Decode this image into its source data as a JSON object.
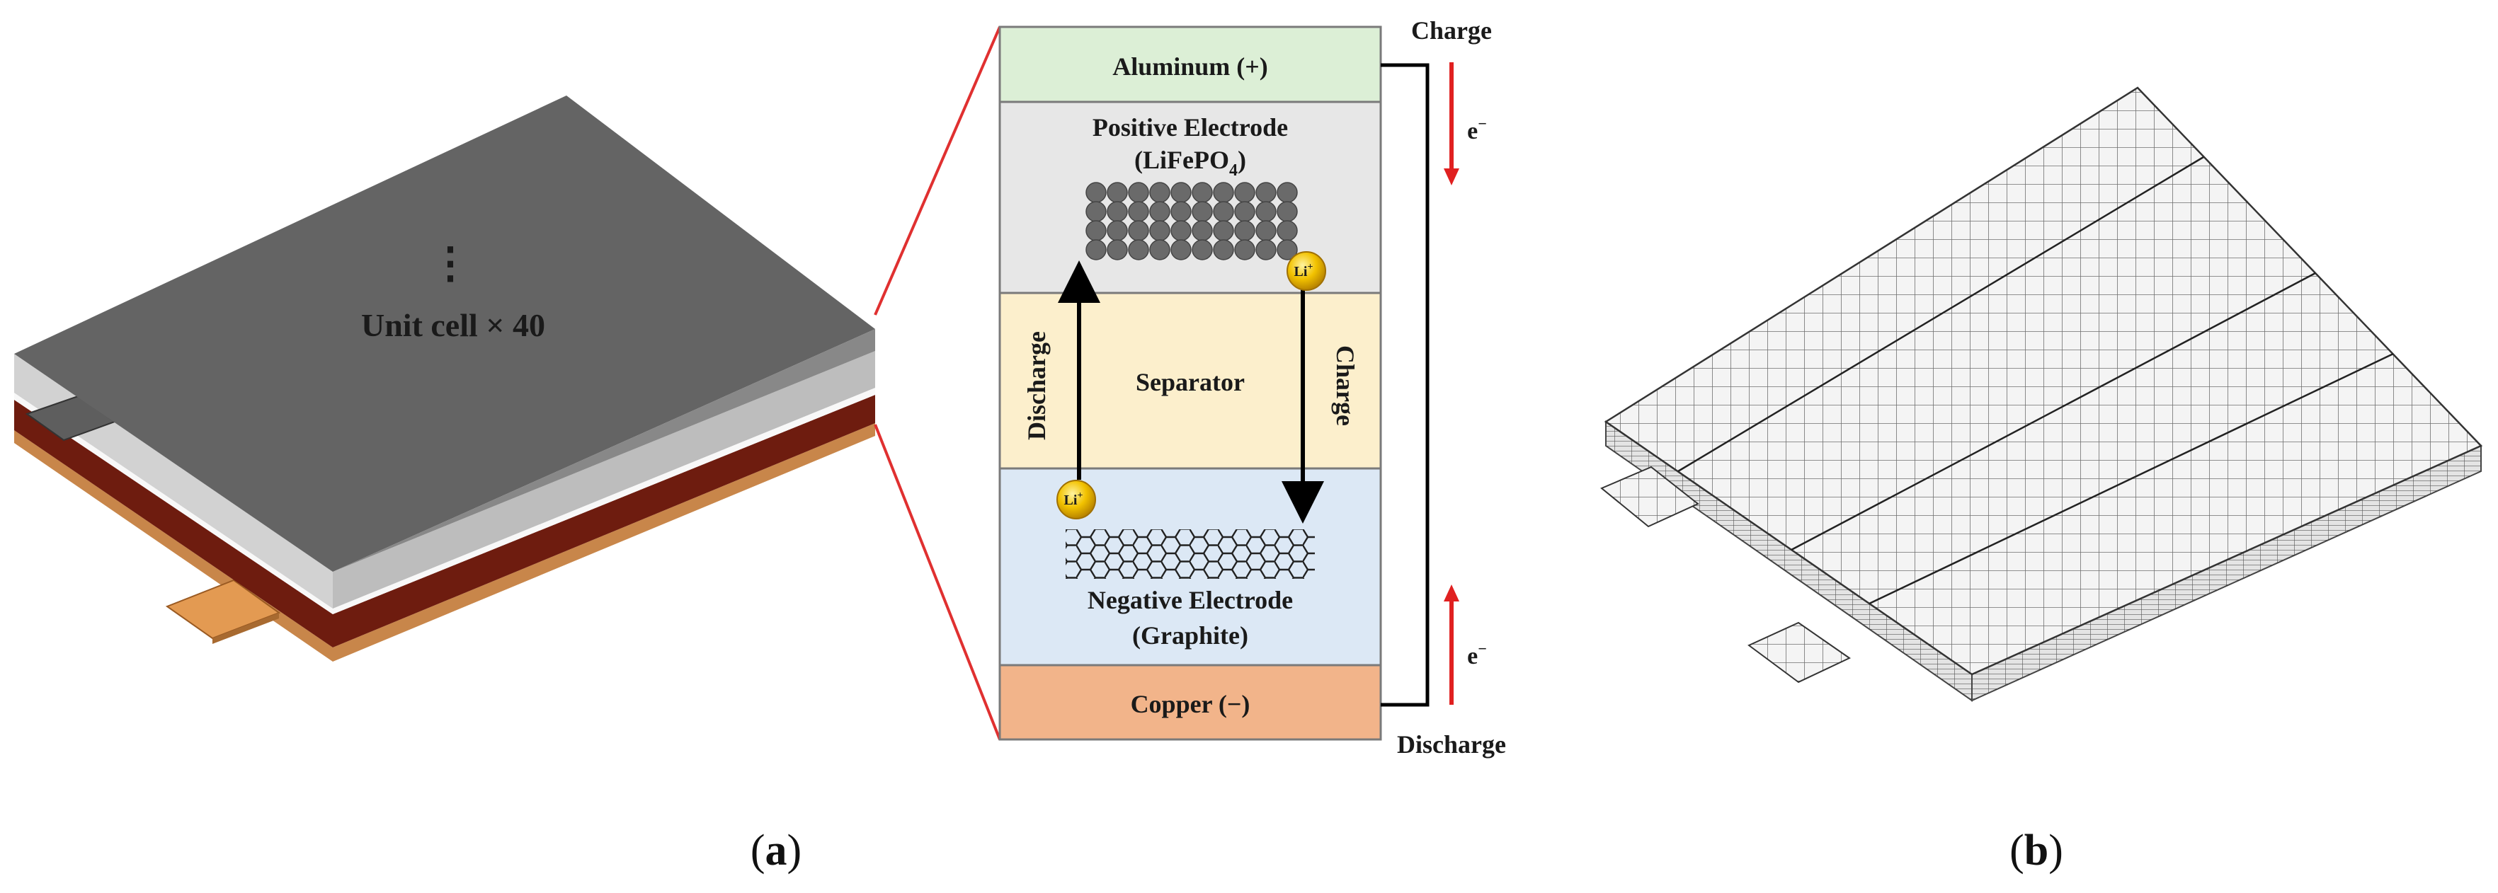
{
  "panel_a": {
    "stack_label": "Unit cell × 40",
    "dots": "⋮",
    "caption": {
      "open": "(",
      "letter": "a",
      "close": ")"
    }
  },
  "cell_schematic": {
    "aluminum": {
      "name": "Aluminum",
      "sign": "(+)"
    },
    "positive": {
      "line1": "Positive Electrode",
      "line2_pre": "(LiFePO",
      "line2_sub": "4",
      "line2_post": ")"
    },
    "separator": "Separator",
    "negative": {
      "line1": "Negative Electrode",
      "line2": "(Graphite)"
    },
    "copper": {
      "name": "Copper",
      "sign": "(−)"
    },
    "arrow_left_label": "Discharge",
    "arrow_right_label": "Charge",
    "ion_label": "Li",
    "ion_charge": "+",
    "circuit": {
      "top_label": "Charge",
      "bottom_label": "Discharge",
      "electron": "e",
      "electron_sup": "−"
    }
  },
  "panel_b": {
    "caption": {
      "open": "(",
      "letter": "b",
      "close": ")"
    }
  },
  "colors": {
    "aluminum": "#dcefd6",
    "positive": "#e7e7e7",
    "separator": "#fcefcc",
    "negative": "#dce8f5",
    "copper": "#f2b48a",
    "zoom_lines": "#e03030",
    "circuit_arrow": "#e02020",
    "pouch_top": "#646464",
    "pouch_side": "#c8c8c8",
    "pouch_red": "#6e1c0f",
    "pouch_orange": "#c8864a",
    "ion": "#e0a800"
  }
}
